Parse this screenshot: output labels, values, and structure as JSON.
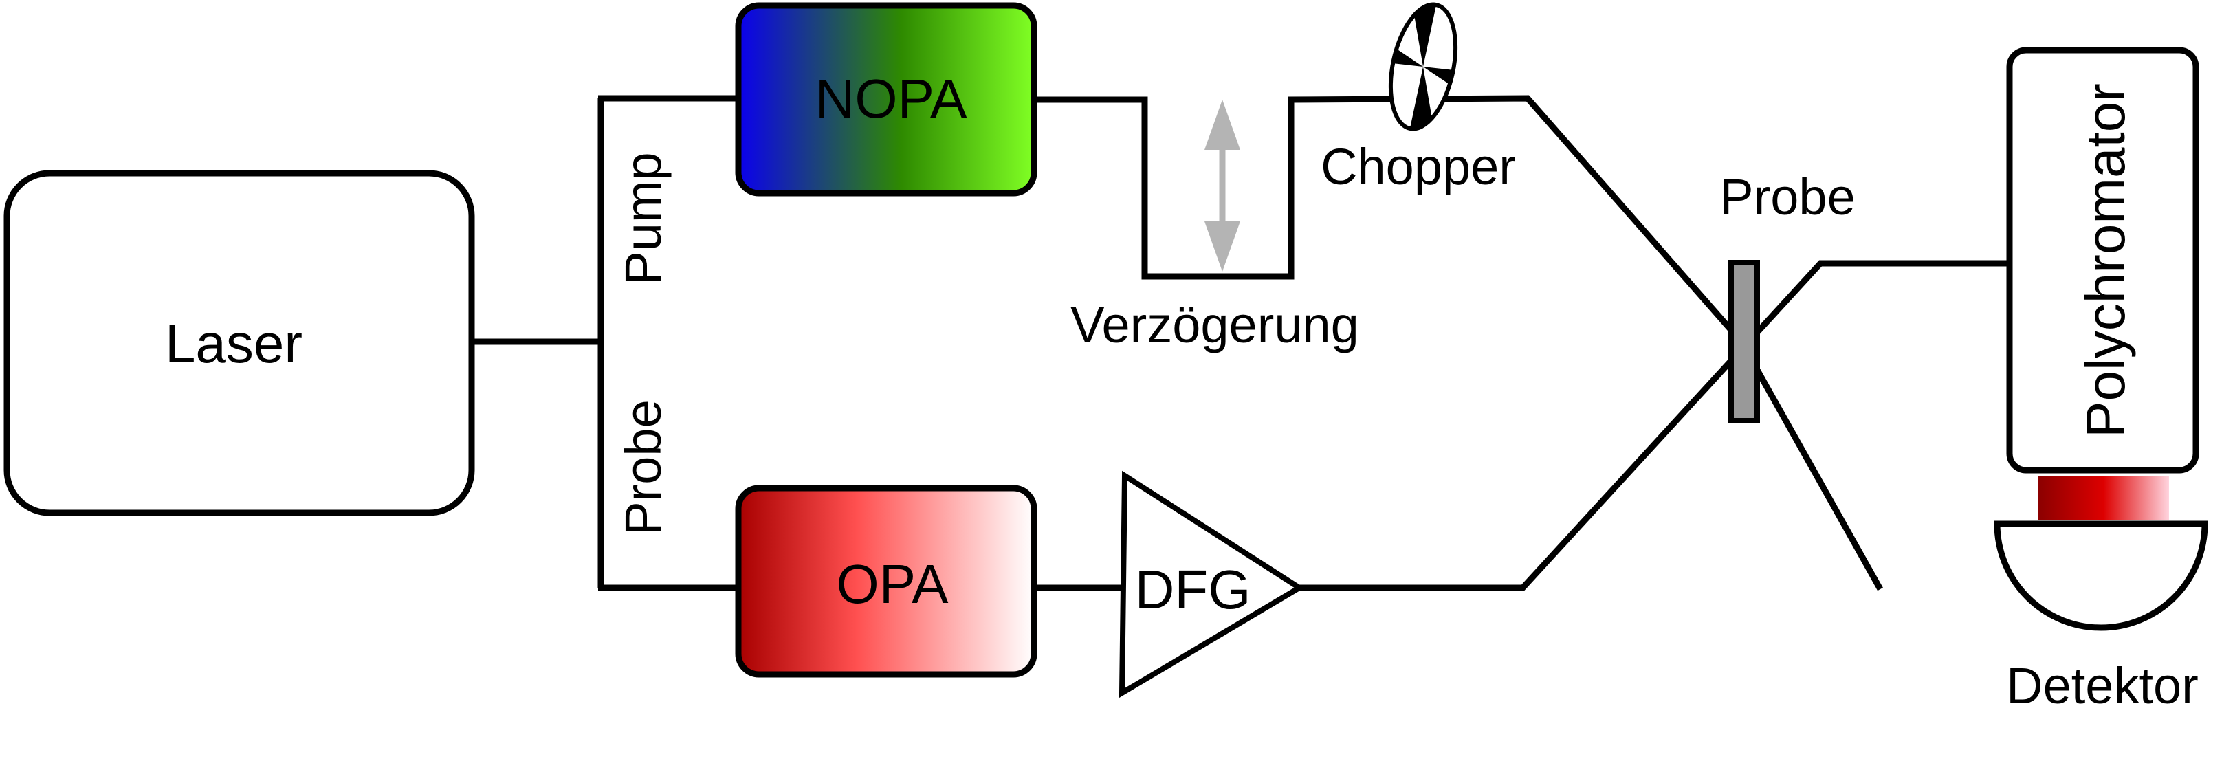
{
  "labels": {
    "laser": "Laser",
    "pump": "Pump",
    "probe_branch": "Probe",
    "nopa": "NOPA",
    "opa": "OPA",
    "dfg": "DFG",
    "chopper": "Chopper",
    "delay": "Verzögerung",
    "probe_sample": "Probe",
    "polychromator": "Polychromator",
    "detector": "Detektor"
  },
  "colors": {
    "nopa_gradient": [
      "#0b00ee",
      "#2e8a00",
      "#80ff24"
    ],
    "opa_gradient": [
      "#a80000",
      "#ff5050",
      "#ffffff"
    ],
    "detector_gradient": [
      "#8b0000",
      "#dd0000",
      "#ffd4de"
    ],
    "sample": "#999999",
    "delay_arrow": "#b4b4b4",
    "line": "#000000"
  }
}
